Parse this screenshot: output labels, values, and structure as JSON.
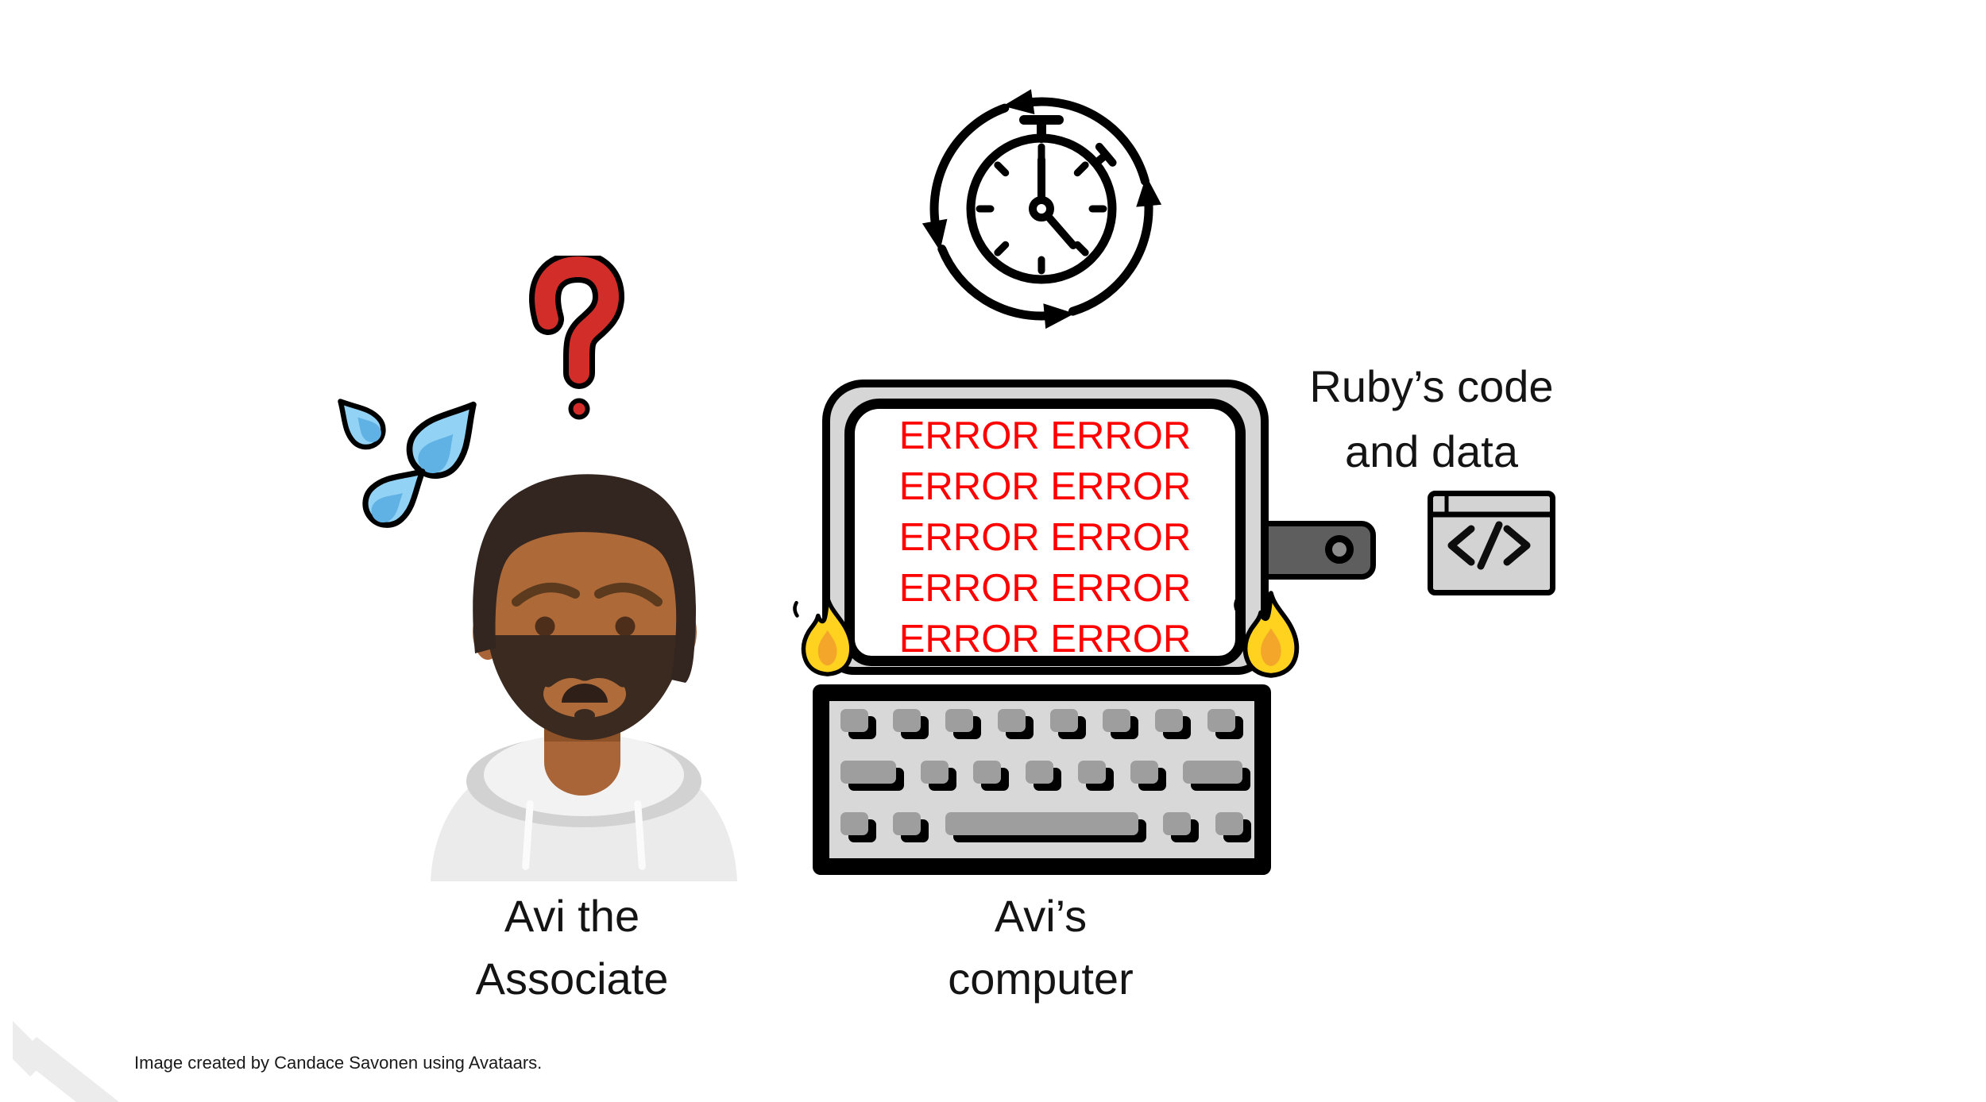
{
  "slide": {
    "avatar": {
      "label": {
        "line1": "Avi the",
        "line2": "Associate"
      }
    },
    "computer": {
      "label": {
        "line1": "Avi’s",
        "line2": "computer"
      },
      "screen_lines": [
        "ERROR ERROR",
        "ERROR ERROR",
        "ERROR ERROR",
        "ERROR ERROR",
        "ERROR ERROR"
      ]
    },
    "ruby": {
      "label": {
        "line1": "Ruby’s code",
        "line2": "and data"
      }
    },
    "attribution": "Image created by Candace Savonen using Avataars.",
    "icons": {
      "clock": "countdown-refresh-clock-icon",
      "question": "red-question-mark-icon",
      "sweat": "sweat-drops-icon",
      "fire": "fire-icon",
      "usb": "usb-drive-icon",
      "code": "code-window-icon"
    },
    "colors": {
      "error_text": "#FE0000",
      "question_red": "#D22D28",
      "drop_blue_light": "#92D3F5",
      "drop_blue_dark": "#61B2E4",
      "flame_yellow": "#FFD21F",
      "flame_orange": "#F4A62A",
      "monitor_gray": "#D6D6D6",
      "key_gray": "#9E9E9E",
      "dongle_gray": "#5E5E5E",
      "skin": "#AD6938",
      "hair": "#332520",
      "hoodie": "#EBEBEB",
      "outline": "#000000"
    }
  }
}
